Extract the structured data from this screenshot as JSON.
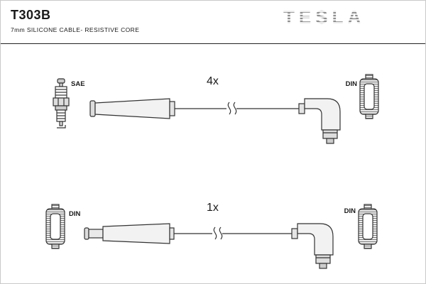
{
  "header": {
    "part_number": "T303B",
    "subtitle": "7mm SILICONE CABLE- RESISTIVE CORE",
    "brand": "TESLA"
  },
  "rows": [
    {
      "quantity": "4x",
      "left_label": "SAE",
      "right_label": "DIN"
    },
    {
      "quantity": "1x",
      "left_label": "DIN",
      "right_label": "DIN"
    }
  ],
  "colors": {
    "line": "#333333",
    "metal_fill": "#dddddd",
    "boot_fill": "#f2f2f2",
    "hatch": "#777777"
  }
}
